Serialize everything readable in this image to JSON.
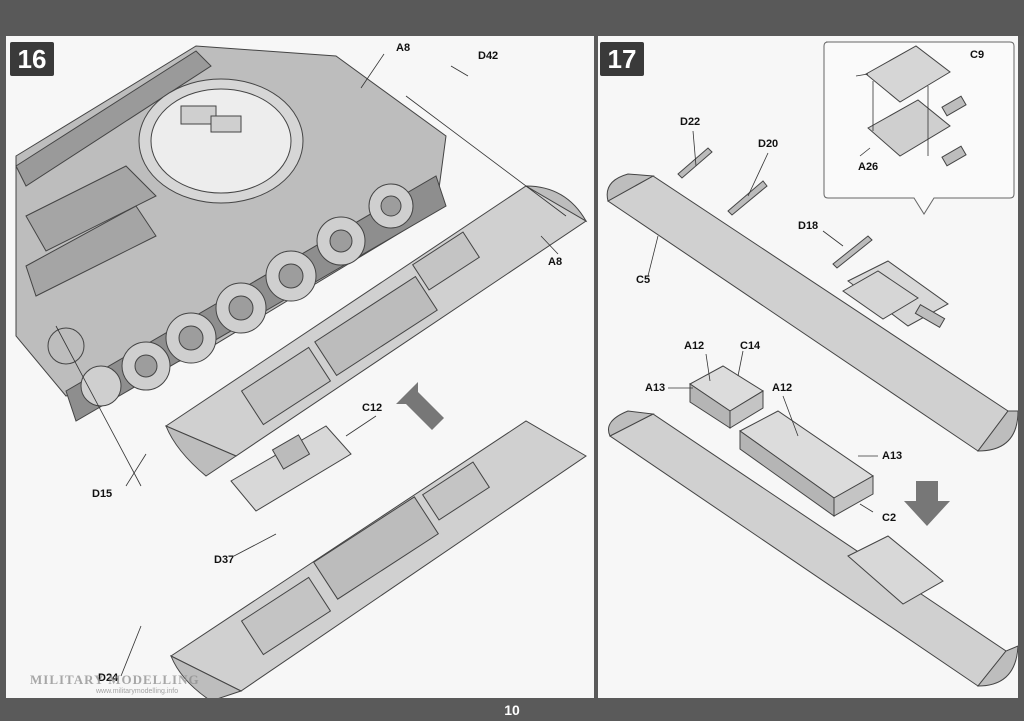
{
  "page": {
    "number": "10"
  },
  "watermark": {
    "text": "MILITARY MODELLING",
    "url": "www.militarymodelling.info"
  },
  "step16": {
    "number": "16",
    "callouts": {
      "a8_top": "A8",
      "d42": "D42",
      "a8_side": "A8",
      "c12": "C12",
      "d15": "D15",
      "d37": "D37",
      "d24": "D24"
    }
  },
  "step17": {
    "number": "17",
    "callouts": {
      "c9": "C9",
      "a26": "A26",
      "d22": "D22",
      "d20": "D20",
      "d18": "D18",
      "c5": "C5",
      "a12_left": "A12",
      "c14": "C14",
      "a13_left": "A13",
      "a12_right": "A12",
      "a13_right": "A13",
      "c2": "C2"
    }
  },
  "colors": {
    "part_fill": "#c9c9c9",
    "part_stroke": "#444444",
    "arrow": "#777777",
    "badge": "#3a3a3a"
  }
}
